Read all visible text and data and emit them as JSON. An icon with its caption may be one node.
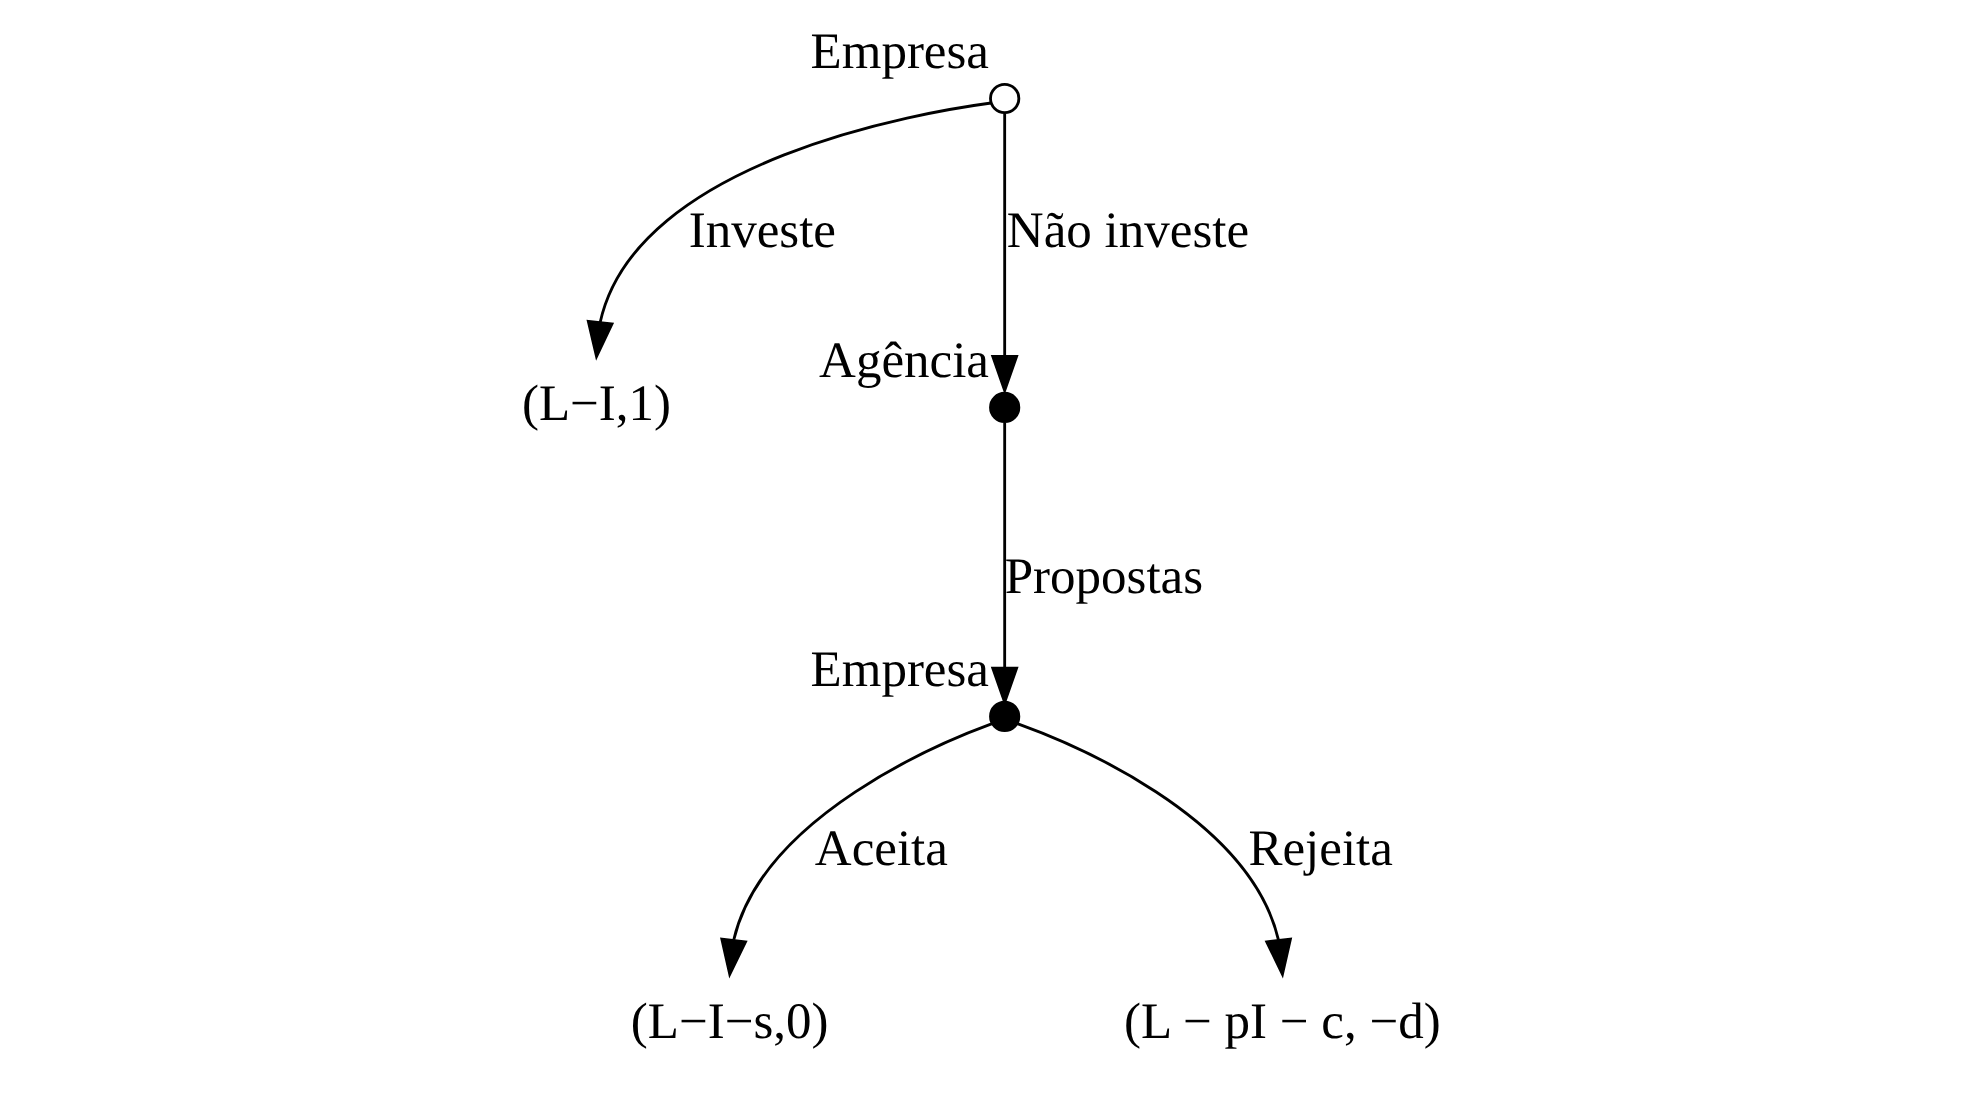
{
  "diagram": {
    "nodes": [
      {
        "text": [],
        "shape": "circle",
        "beside": [
          "Empresa"
        ]
      },
      {
        "text": [
          "(L−I,1)"
        ]
      },
      {
        "text": [],
        "shape": "circle",
        "beside": [
          "Agência"
        ]
      },
      {
        "text": [],
        "shape": "circle",
        "beside": [
          "Empresa"
        ]
      },
      {
        "text": [
          "(L−I−s,0)"
        ]
      },
      {
        "text": [
          "(L − pI − c, −d)"
        ]
      }
    ],
    "edges": [
      {
        "from": 0,
        "to": 1,
        "arrow": "to",
        "label": "Investe"
      },
      {
        "from": 0,
        "to": 2,
        "arrow": "to",
        "label": "Não investe"
      },
      {
        "from": 2,
        "to": 3,
        "arrow": "to",
        "label": "Propostas"
      },
      {
        "from": 3,
        "to": 4,
        "arrow": "to",
        "label": "Aceita"
      },
      {
        "from": 3,
        "to": 5,
        "arrow": "to",
        "label": "Rejeita"
      }
    ]
  }
}
